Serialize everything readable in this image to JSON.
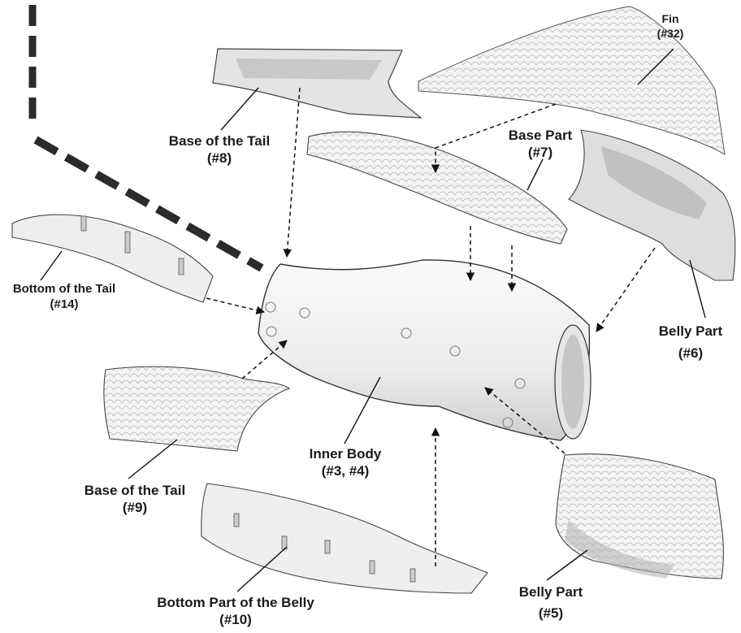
{
  "parts": [
    {
      "id": "fin",
      "name": "Fin",
      "number": "(#32)"
    },
    {
      "id": "base-tail-8",
      "name": "Base of the Tail",
      "number": "(#8)"
    },
    {
      "id": "base-part-7",
      "name": "Base Part",
      "number": "(#7)"
    },
    {
      "id": "bottom-tail-14",
      "name": "Bottom of the Tail",
      "number": "(#14)"
    },
    {
      "id": "belly-part-6",
      "name": "Belly Part",
      "number": "(#6)"
    },
    {
      "id": "inner-body",
      "name": "Inner Body",
      "number": "(#3, #4)"
    },
    {
      "id": "base-tail-9",
      "name": "Base of the Tail",
      "number": "(#9)"
    },
    {
      "id": "belly-bottom-10",
      "name": "Bottom Part of the Belly",
      "number": "(#10)"
    },
    {
      "id": "belly-part-5",
      "name": "Belly Part",
      "number": "(#5)"
    }
  ]
}
